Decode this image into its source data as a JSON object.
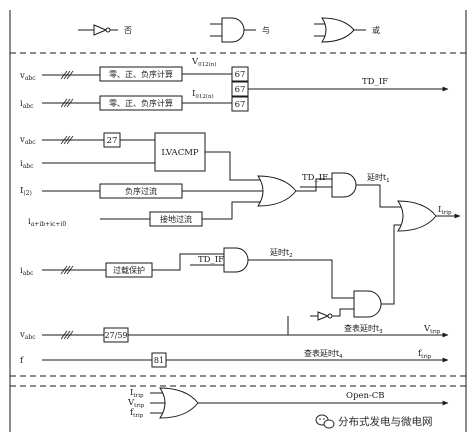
{
  "legend": {
    "not": "否",
    "and": "与",
    "or": "或"
  },
  "inputs": {
    "vabc_top": "v",
    "vabc_top_sub": "abc",
    "iabc_top": "i",
    "iabc_top_sub": "abc",
    "vabc_mid": "v",
    "vabc_mid_sub": "abc",
    "iabc_mid": "i",
    "iabc_mid_sub": "abc",
    "i2": "I",
    "i2_sub": "(2)",
    "isum": "i",
    "isum_sub": "a+ib+ic+i0",
    "iabc_ol": "i",
    "iabc_ol_sub": "abc",
    "vabc_bot": "v",
    "vabc_bot_sub": "abc",
    "f": "f"
  },
  "blocks": {
    "seq_v": "零、正、负序计算",
    "seq_i": "零、正、负序计算",
    "b27": "27",
    "lvacmp": "LVACMP",
    "neg_oc": "负序过流",
    "gnd_oc": "接地过流",
    "overload": "过载保护",
    "b2759": "27/59",
    "b81": "81",
    "b67a": "67",
    "b67b": "67",
    "b67c": "67"
  },
  "signals": {
    "v012": "V",
    "v012_sub": "012(n)",
    "i012": "I",
    "i012_sub": "012(n)",
    "td_if_main": "TD_IF",
    "td_if_1": "TD_IF",
    "td_if_2": "TD_IF",
    "delay_t1": "延时t",
    "delay_t1_sub": "1",
    "delay_t2": "延时t",
    "delay_t2_sub": "2",
    "lookup_t3": "查表延时t",
    "lookup_t3_sub": "3",
    "lookup_t4": "查表延时t",
    "lookup_t4_sub": "4",
    "itrip": "I",
    "itrip_sub": "trip",
    "vtrip": "V",
    "vtrip_sub": "trip",
    "ftrip": "f",
    "ftrip_sub": "trip"
  },
  "bottom": {
    "itrip": "I",
    "itrip_sub": "trip",
    "vtrip": "V",
    "vtrip_sub": "trip",
    "ftrip": "f",
    "ftrip_sub": "trip",
    "open_cb": "Open-CB"
  },
  "watermark": "分布式发电与微电网"
}
